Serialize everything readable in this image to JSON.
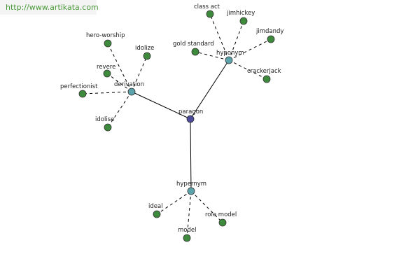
{
  "watermark": "http://www.artikata.com",
  "colors": {
    "root": "#4b4b9a",
    "hub": "#5ba3ab",
    "leaf": "#3d8a3d",
    "node_stroke": "#333333",
    "edge": "#000000"
  },
  "graph": {
    "root": {
      "id": "paragon",
      "label": "paragon"
    },
    "hubs": [
      {
        "id": "derivation",
        "label": "derivation"
      },
      {
        "id": "hyponym",
        "label": "hyponym"
      },
      {
        "id": "hypernym",
        "label": "hypernym"
      }
    ],
    "leaves": [
      {
        "id": "hero-worship",
        "label": "hero-worship",
        "hub": "derivation"
      },
      {
        "id": "idolize",
        "label": "idolize",
        "hub": "derivation"
      },
      {
        "id": "revere",
        "label": "revere",
        "hub": "derivation"
      },
      {
        "id": "perfectionist",
        "label": "perfectionist",
        "hub": "derivation"
      },
      {
        "id": "idolise",
        "label": "idolise",
        "hub": "derivation"
      },
      {
        "id": "class-act",
        "label": "class act",
        "hub": "hyponym"
      },
      {
        "id": "jimhickey",
        "label": "jimhickey",
        "hub": "hyponym"
      },
      {
        "id": "jimdandy",
        "label": "jimdandy",
        "hub": "hyponym"
      },
      {
        "id": "gold-standard",
        "label": "gold standard",
        "hub": "hyponym"
      },
      {
        "id": "crackerjack",
        "label": "crackerjack",
        "hub": "hyponym"
      },
      {
        "id": "ideal",
        "label": "ideal",
        "hub": "hypernym"
      },
      {
        "id": "role-model",
        "label": "role model",
        "hub": "hypernym"
      },
      {
        "id": "model",
        "label": "model",
        "hub": "hypernym"
      }
    ]
  }
}
